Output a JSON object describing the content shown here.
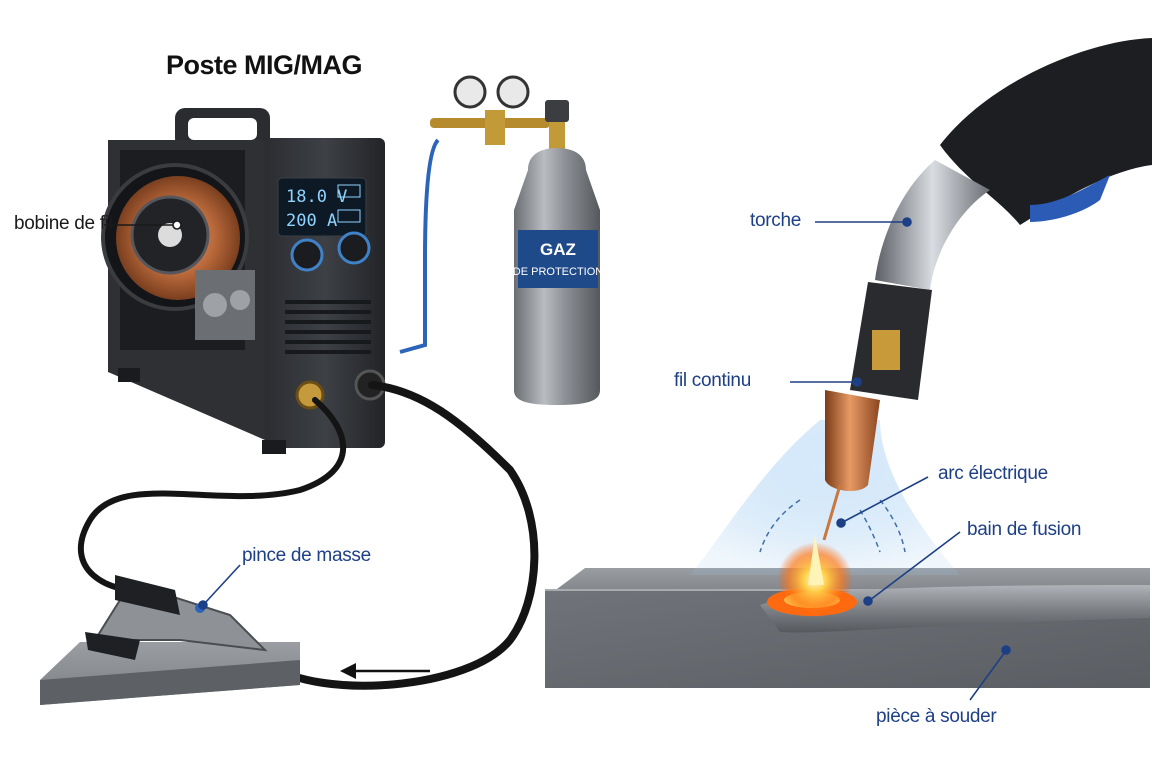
{
  "title": "Poste MIG/MAG",
  "display": {
    "voltage": "18.0 V",
    "current": "200 A"
  },
  "cylinder": {
    "line1": "GAZ",
    "line2": "DE PROTECTION"
  },
  "labels": {
    "bobine": "bobine de fil",
    "torche": "torche",
    "fil": "fil continu",
    "arc": "arc électrique",
    "bain": "bain de fusion",
    "pince": "pince de masse",
    "piece": "pièce à souder"
  },
  "colors": {
    "label_blue": "#1d3f86",
    "copper": "#c2733f",
    "arc_orange": "#ff7a1a",
    "gas_blue": "#9cc8ee"
  }
}
